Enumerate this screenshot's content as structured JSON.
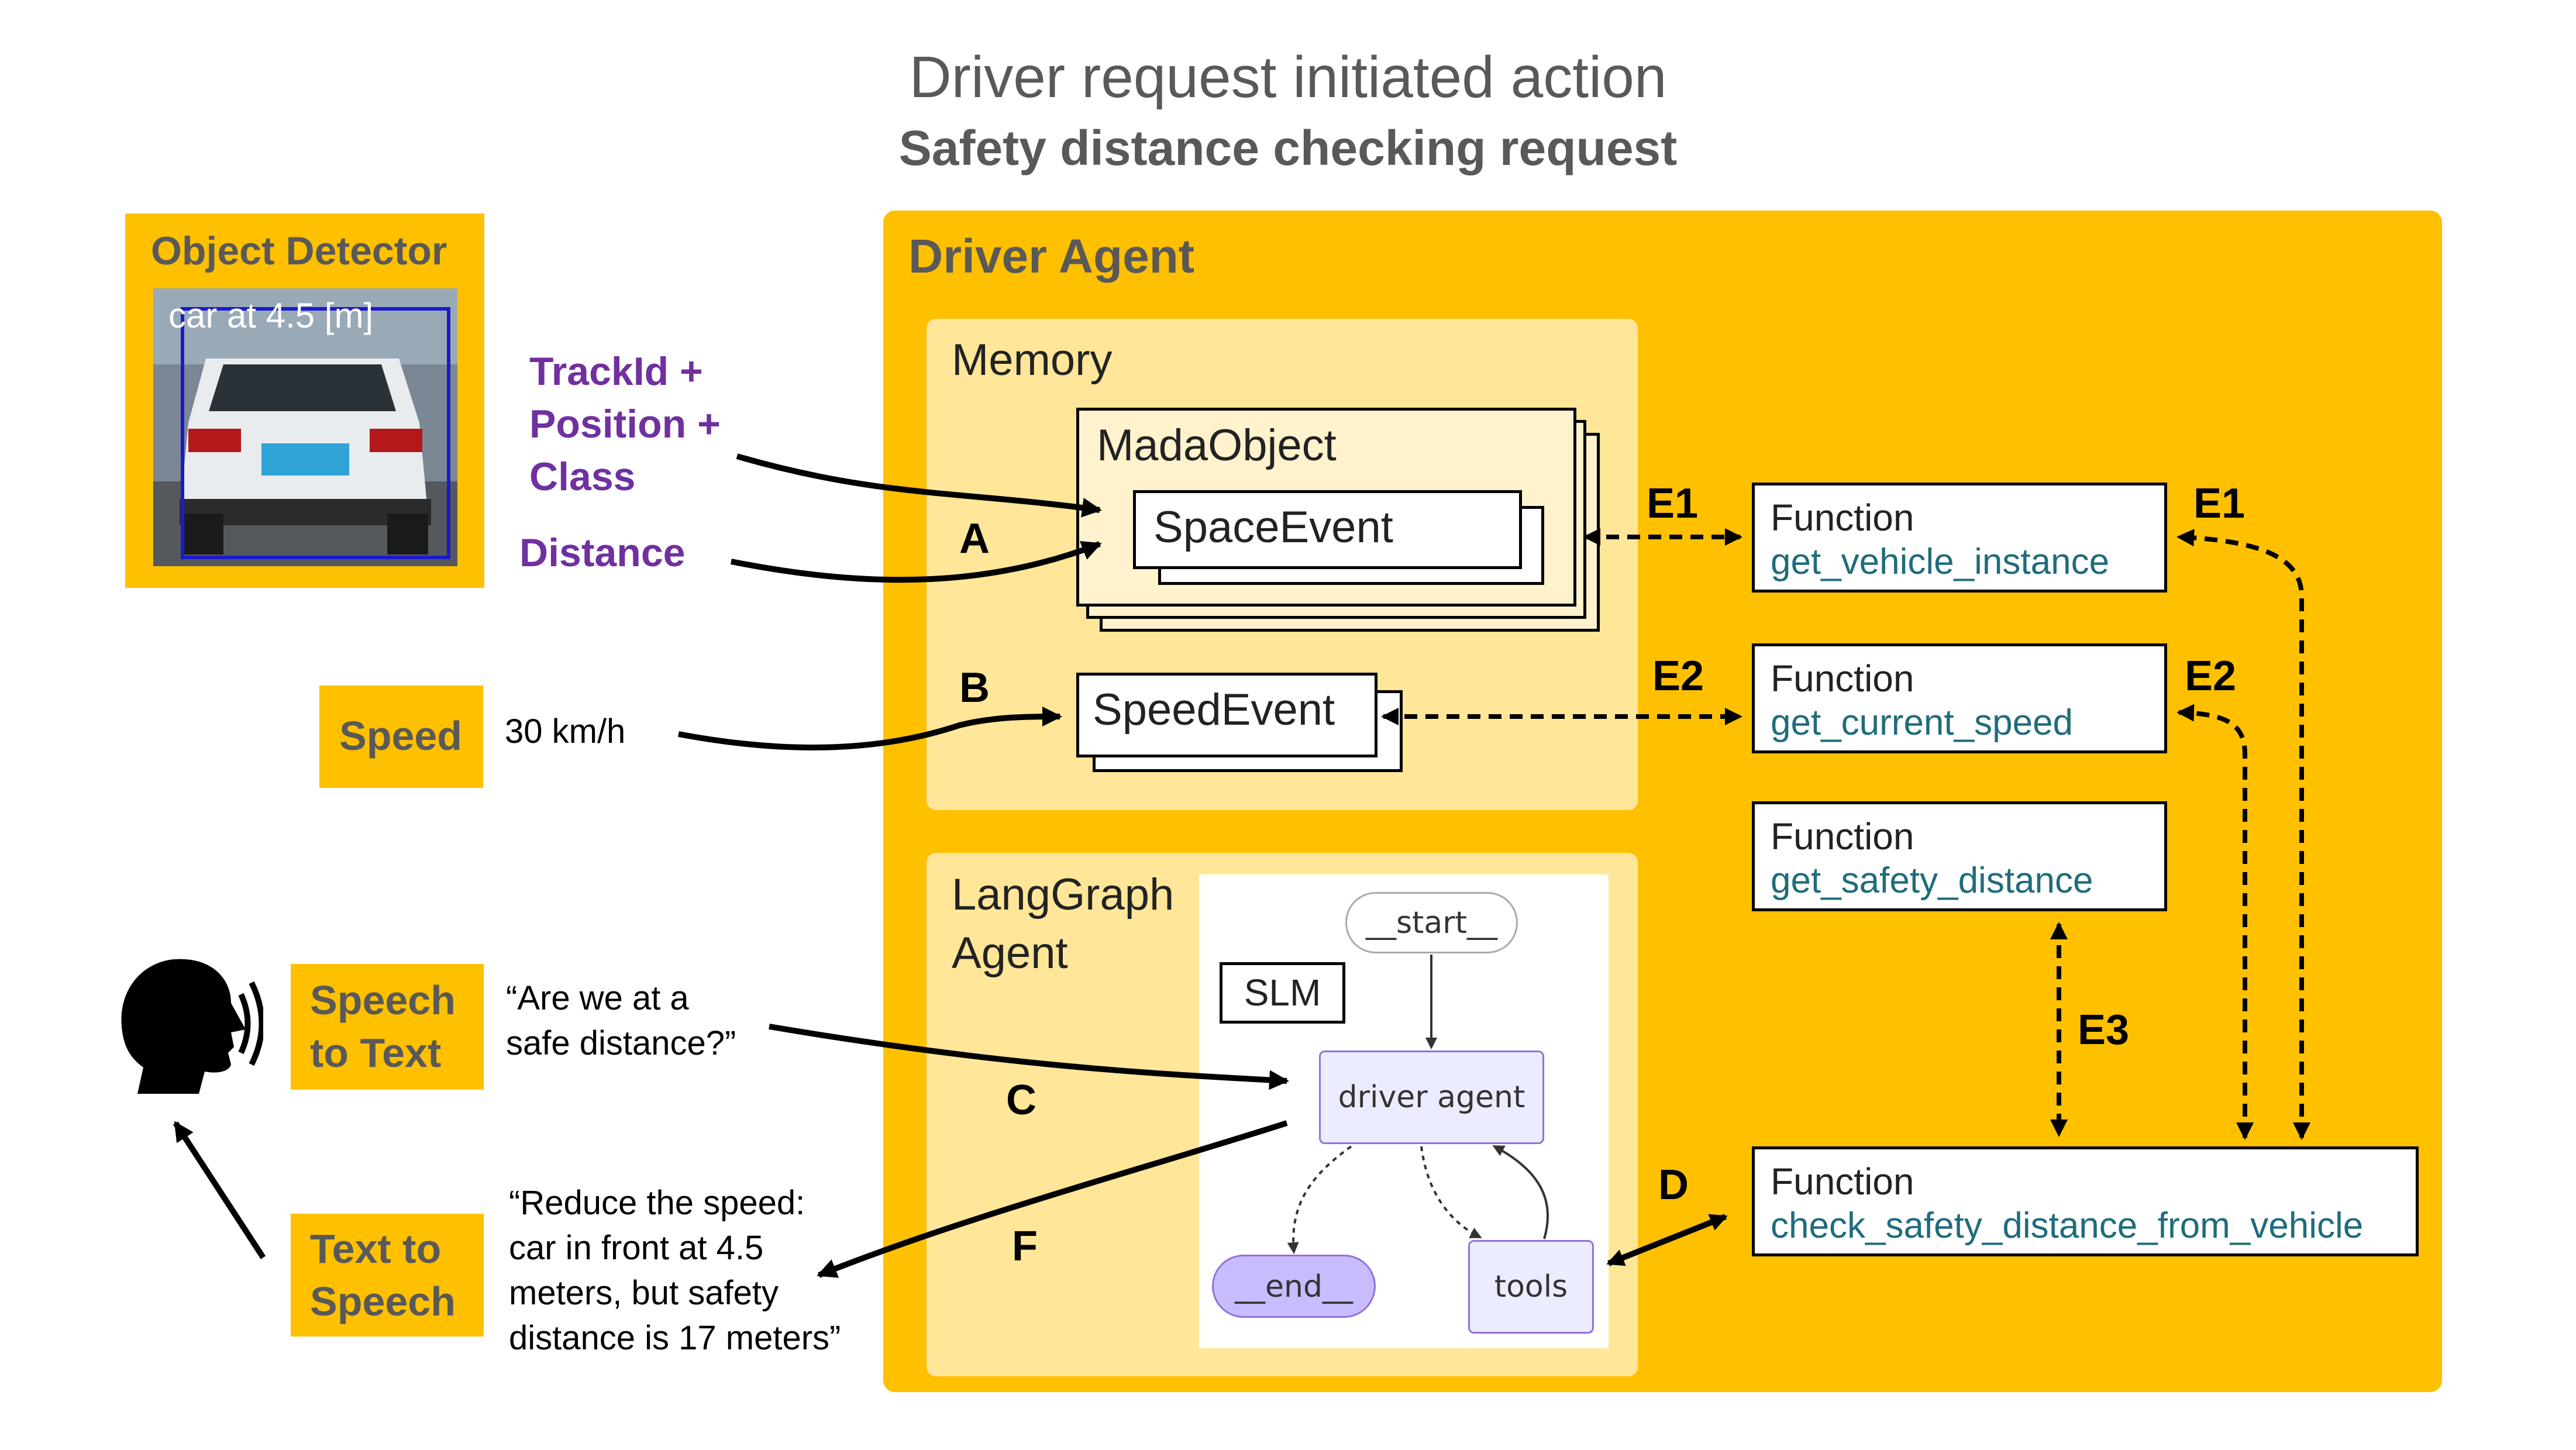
{
  "title": "Driver request initiated action",
  "subtitle": "Safety distance checking request",
  "object_detector": {
    "title": "Object Detector",
    "overlay_text": "car at 4.5 [m]"
  },
  "inputs": {
    "trackid_line1": "TrackId +",
    "trackid_line2": "Position +",
    "trackid_line3": "Class",
    "distance": "Distance",
    "speed_label": "Speed",
    "speed_value": "30 km/h"
  },
  "speech_to_text": {
    "line1": "Speech",
    "line2": "to Text",
    "quote_line1": "“Are we at a",
    "quote_line2": "safe distance?”"
  },
  "text_to_speech": {
    "line1": "Text to",
    "line2": "Speech",
    "quote_line1": "“Reduce the speed:",
    "quote_line2": "car in front at 4.5",
    "quote_line3": "meters, but safety",
    "quote_line4": "distance is 17 meters”"
  },
  "driver_agent": {
    "title": "Driver Agent",
    "memory": {
      "title": "Memory",
      "mada_object": "MadaObject",
      "space_event": "SpaceEvent",
      "speed_event": "SpeedEvent"
    },
    "langgraph": {
      "title_line1": "LangGraph",
      "title_line2": "Agent",
      "slm": "SLM",
      "nodes": {
        "start": "__start__",
        "driver": "driver agent",
        "end": "__end__",
        "tools": "tools"
      }
    },
    "functions": [
      {
        "word": "Function",
        "name": "get_vehicle_instance"
      },
      {
        "word": "Function",
        "name": "get_current_speed"
      },
      {
        "word": "Function",
        "name": "get_safety_distance"
      },
      {
        "word": "Function",
        "name": "check_safety_distance_from_vehicle"
      }
    ]
  },
  "letters": {
    "a": "A",
    "b": "B",
    "c": "C",
    "d": "D",
    "f": "F",
    "e1": "E1",
    "e2": "E2",
    "e3": "E3"
  },
  "colors": {
    "orange": "#FFC000",
    "pale_orange": "#FFE699",
    "purple_text": "#7030A0",
    "function_name": "#1F6C7C",
    "node_fill": "#ECECFF",
    "end_node_fill": "#C8BCFF"
  },
  "icons": {
    "speaker": "speaking-head-icon"
  }
}
